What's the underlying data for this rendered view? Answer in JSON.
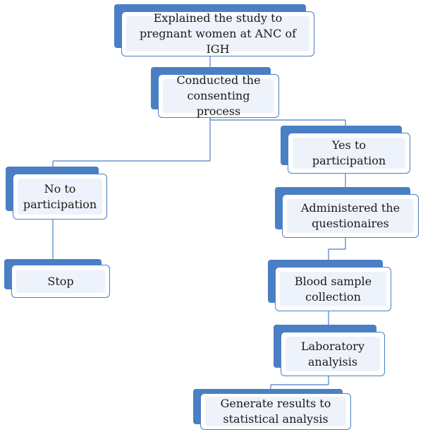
{
  "nodes": {
    "explained": "Explained the study to pregnant women at ANC of IGH",
    "consenting": "Conducted the consenting process",
    "no": "No to participation",
    "stop": "Stop",
    "yes": "Yes to participation",
    "questionnaires": "Administered the questionaires",
    "blood": "Blood sample collection",
    "lab": "Laboratory analyisis",
    "results": "Generate results to statistical analysis"
  },
  "colors": {
    "accent": "#4a7fc4",
    "fill": "#eef3fb"
  }
}
